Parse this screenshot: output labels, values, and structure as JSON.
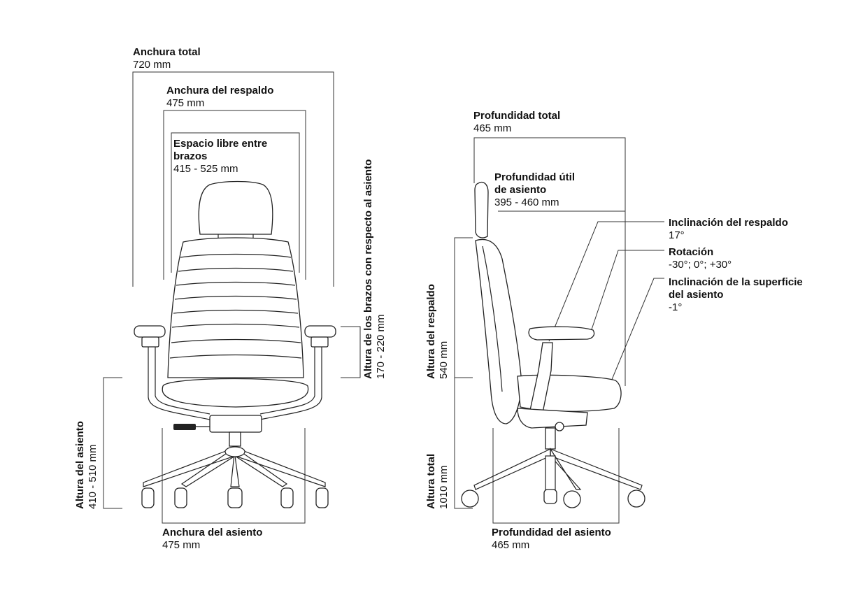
{
  "front_view": {
    "overall_width": {
      "title": "Anchura total",
      "value": "720 mm"
    },
    "backrest_width": {
      "title": "Anchura del respaldo",
      "value": "475 mm"
    },
    "arm_clearance": {
      "title": "Espacio libre entre brazos",
      "title_line1": "Espacio libre entre",
      "title_line2": "brazos",
      "value": "415 - 525 mm"
    },
    "arm_height": {
      "title": "Altura de los brazos con respecto al asiento",
      "value": "170 - 220 mm"
    },
    "seat_height": {
      "title": "Altura del asiento",
      "value": "410 - 510 mm"
    },
    "seat_width": {
      "title": "Anchura del asiento",
      "value": "475 mm"
    }
  },
  "side_view": {
    "overall_depth": {
      "title": "Profundidad total",
      "value": "465 mm"
    },
    "usable_seat_depth": {
      "title": "Profundidad útil de asiento",
      "title_line1": "Profundidad útil",
      "title_line2": "de asiento",
      "value": "395 - 460 mm"
    },
    "backrest_recline": {
      "title": "Inclinación del respaldo",
      "value": "17°"
    },
    "rotation": {
      "title": "Rotación",
      "value": "-30°; 0°; +30°"
    },
    "seat_tilt": {
      "title": "Inclinación de la superficie del asiento",
      "title_line1": "Inclinación de la superficie",
      "title_line2": "del asiento",
      "value": "-1°"
    },
    "backrest_height": {
      "title": "Altura del respaldo",
      "value": "540 mm"
    },
    "overall_height": {
      "title": "Altura total",
      "value": "1010 mm"
    },
    "seat_depth": {
      "title": "Profundidad del asiento",
      "value": "465 mm"
    }
  }
}
